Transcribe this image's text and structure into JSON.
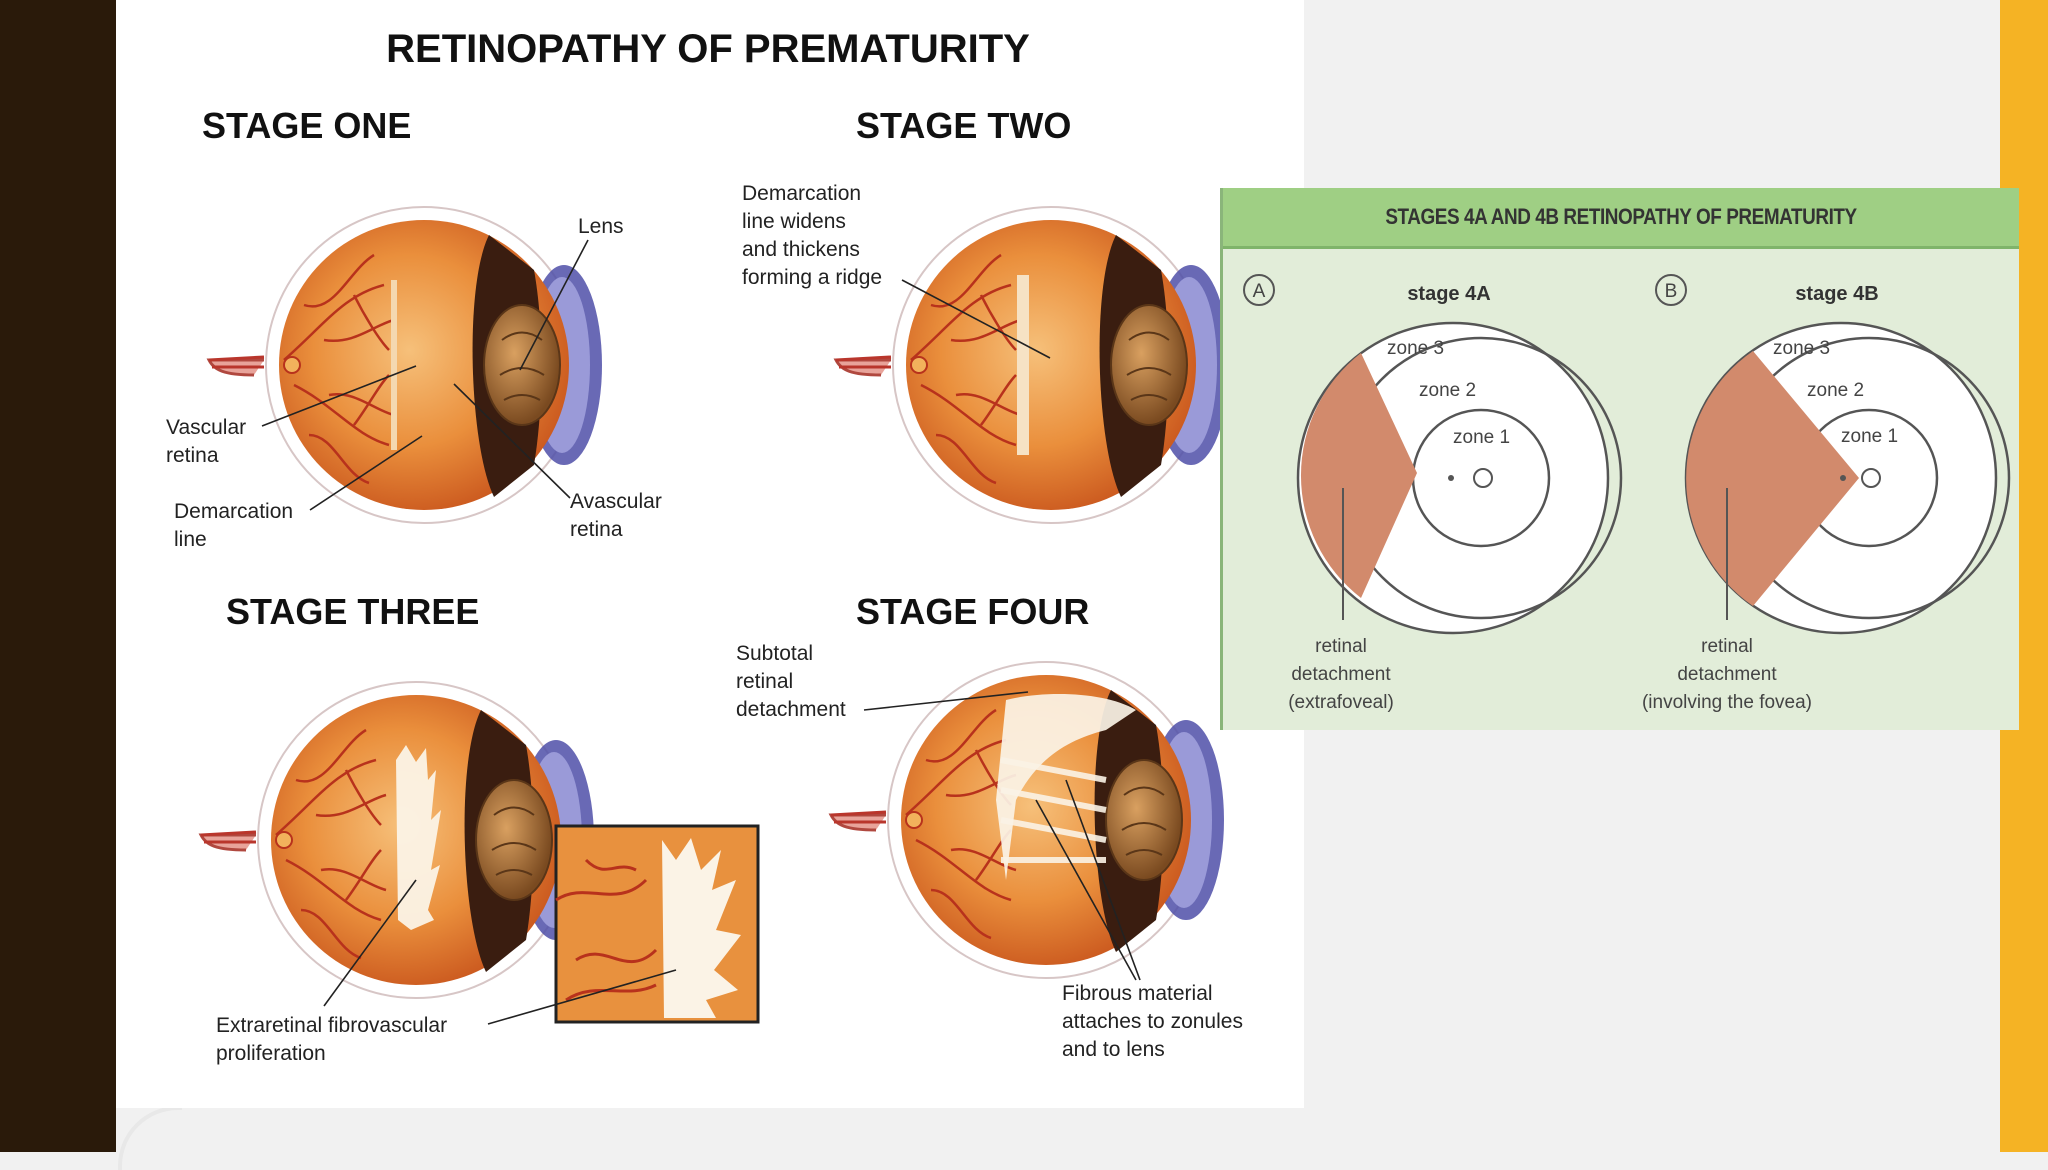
{
  "main": {
    "title": "RETINOPATHY OF PREMATURITY",
    "stage_one": {
      "heading": "STAGE ONE",
      "lens": "Lens",
      "vascular_1": "Vascular",
      "vascular_2": "retina",
      "demarcation_1": "Demarcation",
      "demarcation_2": "line",
      "avascular_1": "Avascular",
      "avascular_2": "retina"
    },
    "stage_two": {
      "heading": "STAGE TWO",
      "note_1": "Demarcation",
      "note_2": "line widens",
      "note_3": "and thickens",
      "note_4": "forming a ridge"
    },
    "stage_three": {
      "heading": "STAGE THREE",
      "note_1": "Extraretinal fibrovascular",
      "note_2": "proliferation"
    },
    "stage_four": {
      "heading": "STAGE FOUR",
      "subtotal_1": "Subtotal",
      "subtotal_2": "retinal",
      "subtotal_3": "detachment",
      "fibrous_1": "Fibrous material",
      "fibrous_2": "attaches to zonules",
      "fibrous_3": "and to lens"
    }
  },
  "stages_panel": {
    "title": "STAGES 4A AND 4B RETINOPATHY OF PREMATURITY",
    "a": {
      "badge": "A",
      "label": "stage 4A",
      "zone3": "zone 3",
      "zone2": "zone 2",
      "zone1": "zone 1",
      "det_1": "retinal",
      "det_2": "detachment",
      "det_3": "(extrafoveal)"
    },
    "b": {
      "badge": "B",
      "label": "stage 4B",
      "zone3": "zone 3",
      "zone2": "zone 2",
      "zone1": "zone 1",
      "det_1": "retinal",
      "det_2": "detachment",
      "det_3": "(involving the fovea)"
    }
  },
  "colors": {
    "left_band": "#2a1a0a",
    "right_band": "#f5b324",
    "header_green": "#9fcf84",
    "detachment": "#d28a6c"
  }
}
